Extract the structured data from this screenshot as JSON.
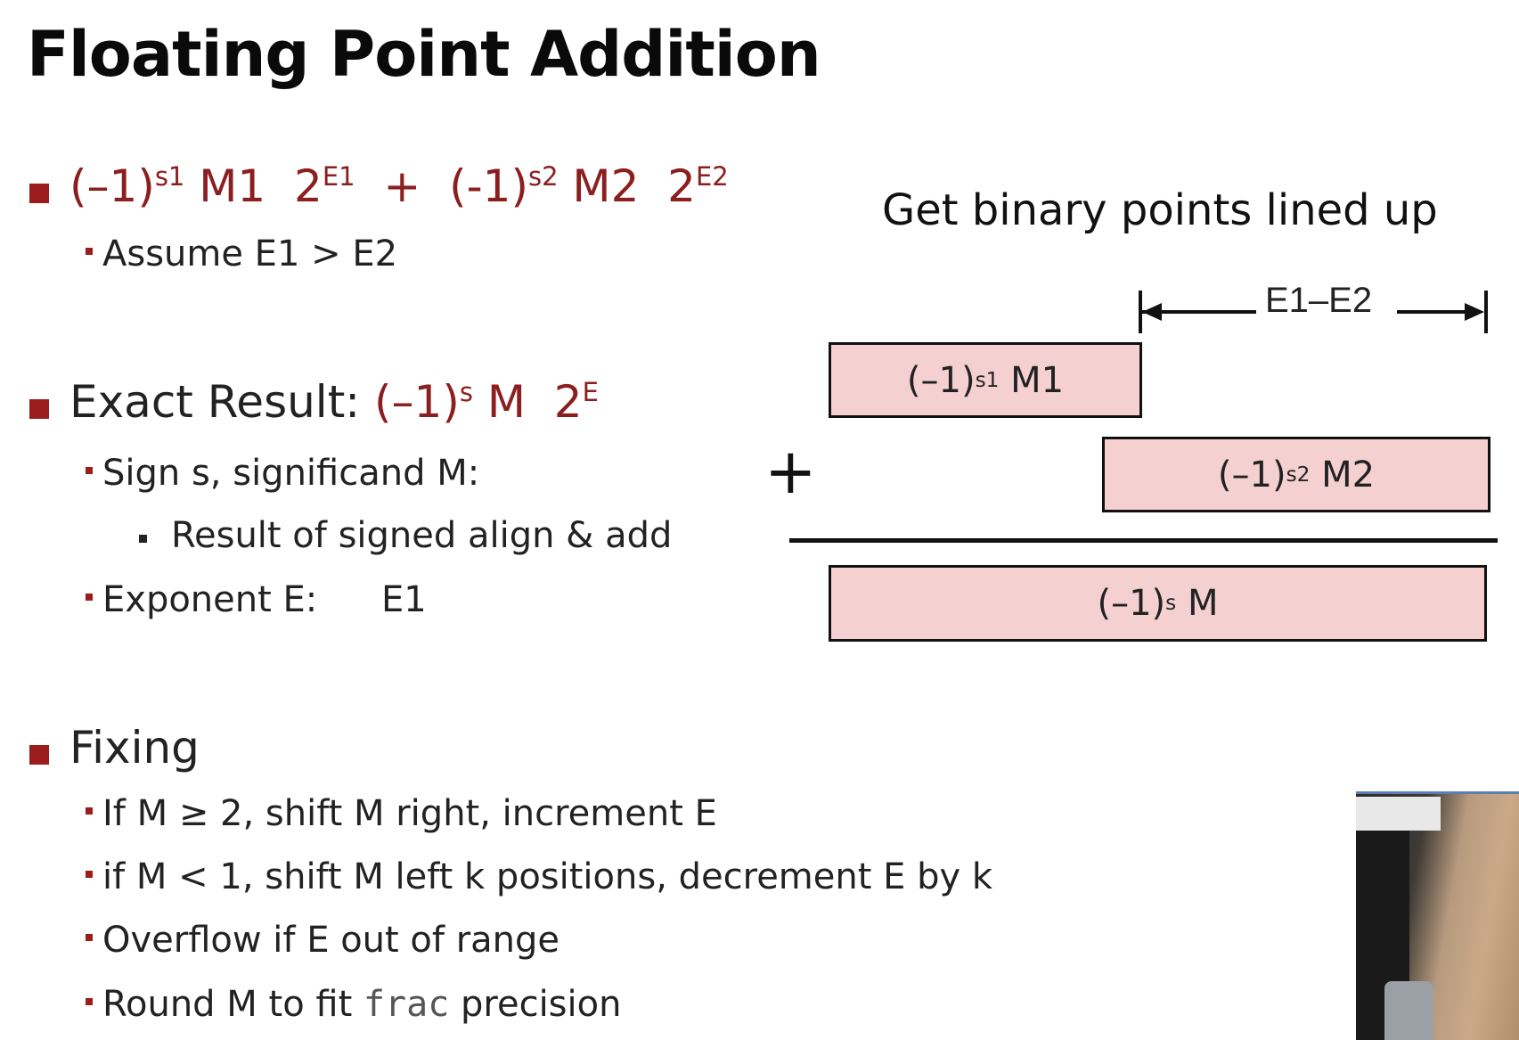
{
  "title": "Floating Point Addition",
  "left": {
    "eq": {
      "a": "(–1)",
      "s1": "s1",
      "m1": " M1  2",
      "e1": "E1",
      "plus": "  +  ",
      "b": "(-1)",
      "s2": "s2",
      "m2": " M2  2",
      "e2": "E2"
    },
    "assume": "Assume E1 > E2",
    "exact": {
      "label": "Exact Result: ",
      "a": "(–1)",
      "s": "s",
      "m": " M  2",
      "e": "E"
    },
    "sign": "Sign s, significand M:",
    "result_of": "Result of signed align & add",
    "exponent_label": "Exponent E:",
    "exponent_value": "E1",
    "fixing": "Fixing",
    "fix": [
      "If M ≥ 2, shift M right, increment E",
      "if M < 1, shift M left k positions, decrement E by k",
      "Overflow if E out of range"
    ],
    "round": {
      "pre": "Round M to fit ",
      "code": "frac",
      "post": " precision"
    }
  },
  "diagram": {
    "caption": "Get binary points lined up",
    "shift_label": "E1–E2",
    "plus": "+",
    "box1": {
      "a": "(–1)",
      "s": "s1",
      "b": " M1"
    },
    "box2": {
      "a": "(–1)",
      "s": "s2",
      "b": " M2"
    },
    "box3": {
      "a": "(–1)",
      "s": "s",
      "b": " M"
    }
  },
  "colors": {
    "accent": "#8b1e1e",
    "box_fill": "#f5d0d0"
  }
}
